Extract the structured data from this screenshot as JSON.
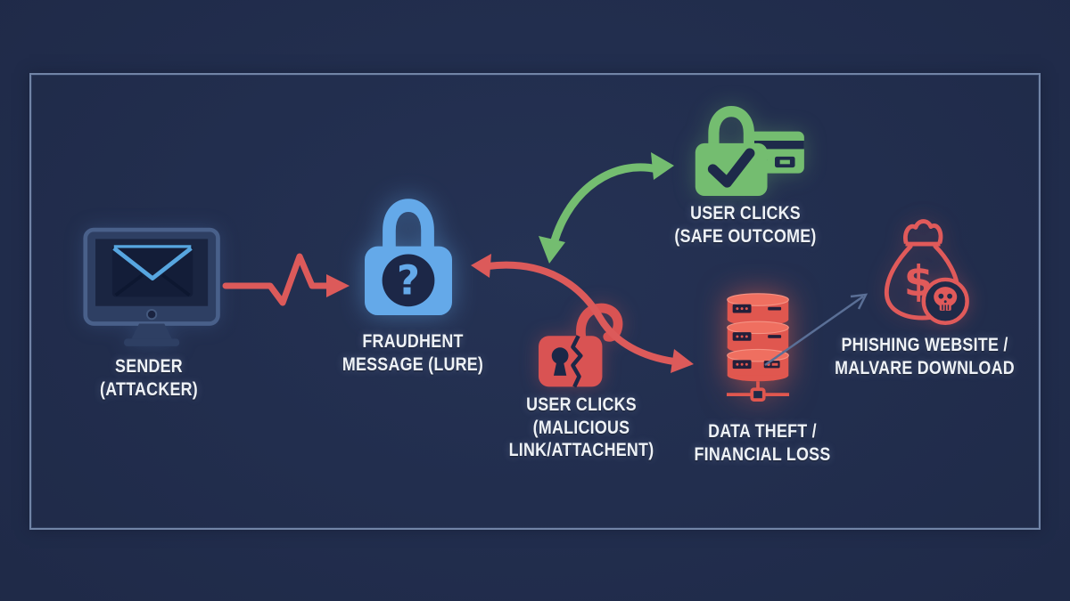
{
  "diagram_type": "phishing-attack-flow",
  "colors": {
    "background": "#1f2a48",
    "frame_border": "#8094b6",
    "danger_red": "#dc5a5a",
    "success_green": "#74bd70",
    "info_blue": "#64a9e9",
    "steel_blue_arrow": "#5a6f96",
    "label_text": "#eef2f7"
  },
  "nodes": {
    "sender": {
      "icon": "monitor-email-icon",
      "lines": [
        "SENDER",
        "(ATTACKER)"
      ]
    },
    "lure": {
      "icon": "lock-question-icon",
      "lines": [
        "FRAUDHENT",
        "MESSAGE (LURE)"
      ]
    },
    "safe": {
      "icon": "lock-check-card-icon",
      "lines": [
        "USER CLICKS",
        "(SAFE OUTCOME)"
      ]
    },
    "malicious": {
      "icon": "broken-lock-icon",
      "lines": [
        "USER CLICKS",
        "(MALICIOUS",
        "LINK/ATTACHENT)"
      ]
    },
    "theft": {
      "icon": "database-icon",
      "lines": [
        "DATA THEFT /",
        "FINANCIAL LOSS"
      ]
    },
    "phishing": {
      "icon": "money-bag-skull-icon",
      "lines": [
        "PHISHING WEBSITE /",
        "MALVARE DOWNLOAD"
      ]
    }
  },
  "symbols": {
    "lure_glyph": "?",
    "money_glyph": "$"
  },
  "connectors": [
    {
      "name": "pulse-arrow",
      "color": "#dc5a5a",
      "from": "sender",
      "to": "lure"
    },
    {
      "name": "safe-branch-arrow",
      "color": "#74bd70",
      "from": "lure",
      "to": "safe"
    },
    {
      "name": "malicious-branch-arrow",
      "color": "#dc5a5a",
      "from": "lure",
      "to": "theft"
    },
    {
      "name": "theft-to-phishing-arrow",
      "color": "#5a6f96",
      "from": "theft",
      "to": "phishing"
    }
  ]
}
